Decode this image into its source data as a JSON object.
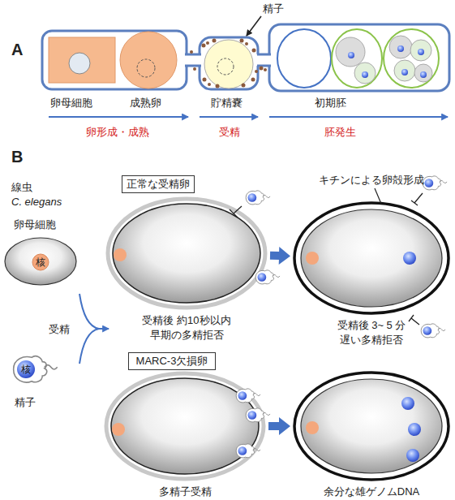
{
  "diagram": {
    "nodes": [
      {
        "text": [
          "卵母細胞"
        ]
      },
      {
        "text": [
          "核"
        ],
        "in": 0
      },
      {
        "text": [
          "精子"
        ]
      },
      {
        "text": [
          "核"
        ],
        "in": 2
      },
      {
        "text": [
          "正常な受精卵"
        ]
      },
      {
        "text": [
          "受精後 約10秒以内 早期の多精拒否"
        ]
      },
      {
        "text": [
          "受精後 3~ 5 分 遅い多精拒否"
        ]
      },
      {
        "text": [
          "MARC-3欠損卵"
        ]
      },
      {
        "text": [
          "多精子受精"
        ]
      },
      {
        "text": [
          "余分な雄ゲノムDNA"
        ]
      }
    ],
    "edges": [
      {
        "from": 5,
        "to": 6,
        "arrow": "to"
      },
      {
        "from": 8,
        "to": 9,
        "arrow": "to"
      }
    ],
    "labels": [
      "A",
      "精子",
      "卵母細胞",
      "成熟卵",
      "貯精嚢",
      "初期胚",
      "卵形成・成熟",
      "受精",
      "胚発生",
      "B",
      "線虫",
      "C. elegans",
      "受精",
      "キチンによる卵殻形成"
    ]
  }
}
